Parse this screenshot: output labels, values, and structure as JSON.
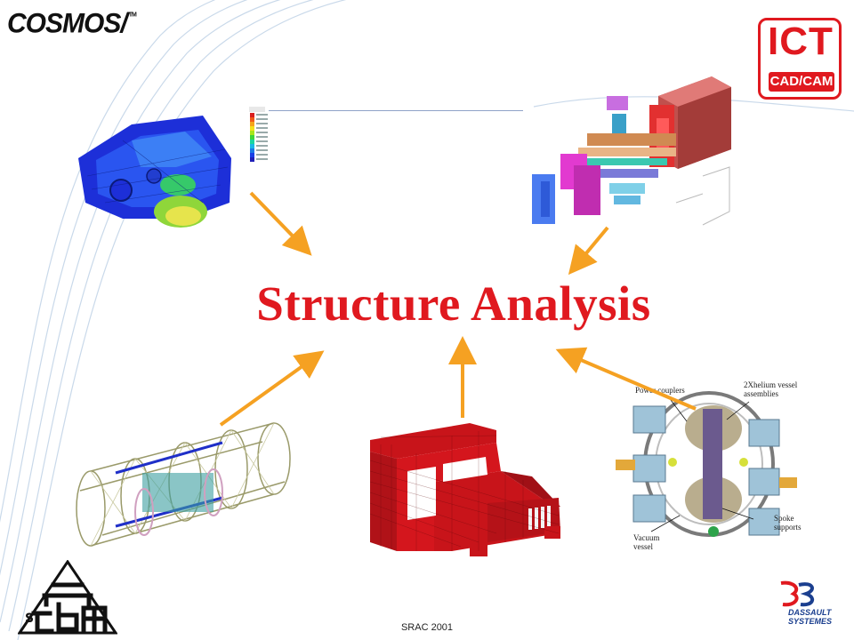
{
  "slide": {
    "title": "Structure Analysis",
    "footer": "SRAC 2001"
  },
  "logos": {
    "cosmos": "COSMOS/",
    "cosmos_tm": "TM",
    "ict_main": "ICT",
    "ict_sub": "CAD/CAM",
    "ds_line1": "DASSAULT",
    "ds_line2": "SYSTEMES"
  },
  "callouts": {
    "power_couplers": "Power couplers",
    "helium_vessel": "2Xhelium vessel assemblies",
    "spoke_supports": "Spoke supports",
    "vacuum_vessel": "Vacuum vessel"
  },
  "colors": {
    "title": "#e0191f",
    "arrow": "#f5a122",
    "ict_red": "#e0191f",
    "ds_blue": "#1b3f8f"
  }
}
